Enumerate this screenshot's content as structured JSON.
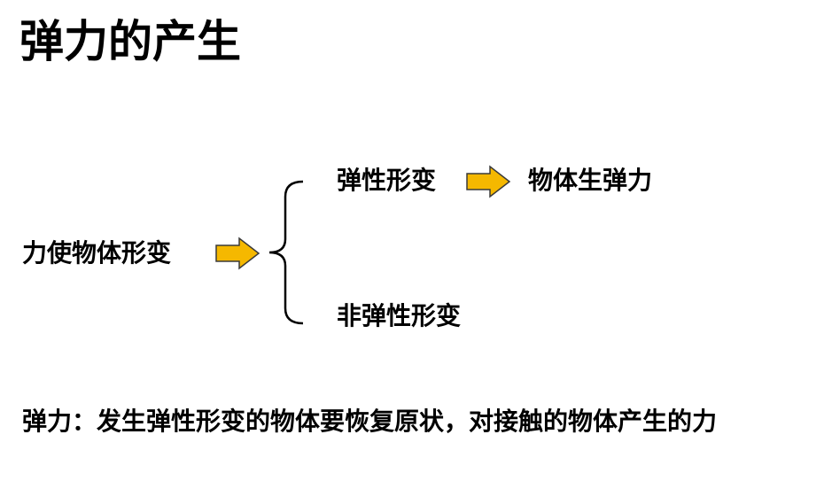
{
  "title": "弹力的产生",
  "diagram": {
    "source": "力使物体形变",
    "branch_elastic": "弹性形变",
    "branch_elastic_result": "物体生弹力",
    "branch_inelastic": "非弹性形变",
    "arrow_color": "#F5B800",
    "arrow_outline": "#3A3A3A"
  },
  "definition": "弹力：发生弹性形变的物体要恢复原状，对接触的物体产生的力"
}
